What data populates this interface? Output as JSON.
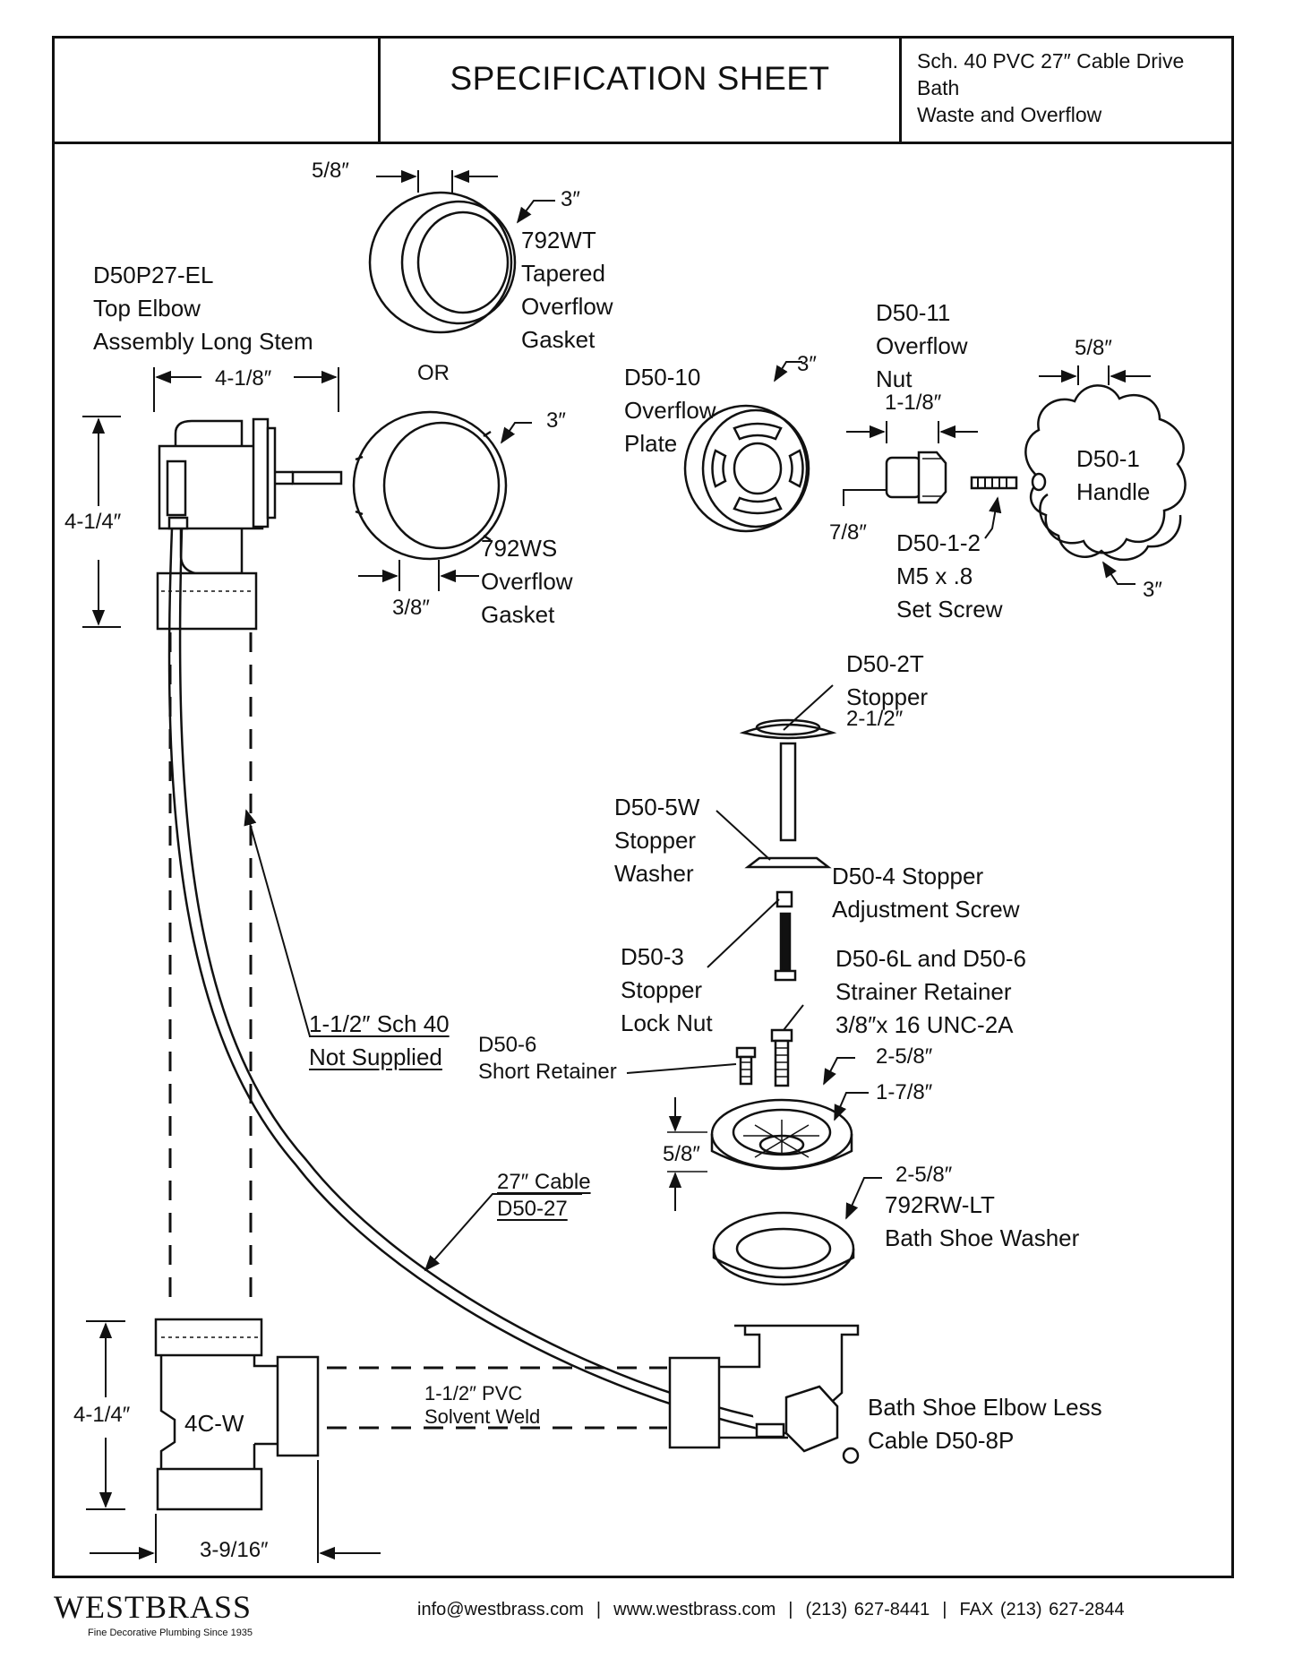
{
  "header": {
    "title": "SPECIFICATION SHEET",
    "subtitle": "Sch. 40 PVC 27″ Cable Drive Bath\nWaste and Overflow"
  },
  "labels": {
    "top_elbow": "D50P27-EL\nTop Elbow\nAssembly Long Stem",
    "dim_top_elbow_width": "4-1/8″",
    "dim_top_elbow_height": "4-1/4″",
    "or": "OR",
    "tapered_gasket": "792WT\nTapered\nOverflow\nGasket",
    "dim_tapered_width": "5/8″",
    "dim_tapered_dia": "3″",
    "overflow_gasket": "792WS\nOverflow\nGasket",
    "dim_overflow_gasket_dia": "3″",
    "dim_overflow_gasket_width": "3/8″",
    "overflow_plate": "D50-10\nOverflow\nPlate",
    "dim_plate_dia": "3″",
    "overflow_nut": "D50-11\nOverflow\nNut",
    "dim_nut_width": "1-1/8″",
    "dim_nut_height": "7/8″",
    "set_screw": "D50-1-2\nM5 x .8\nSet Screw",
    "handle": "D50-1\nHandle",
    "dim_handle_width": "5/8″",
    "dim_handle_dia": "3″",
    "stopper": "D50-2T\nStopper",
    "dim_stopper_dia": "2-1/2″",
    "stopper_washer": "D50-5W\nStopper\nWasher",
    "adjust_screw": "D50-4 Stopper\nAdjustment Screw",
    "lock_nut": "D50-3\nStopper\nLock Nut",
    "strainer_retainer": "D50-6L and D50-6\nStrainer Retainer\n3/8″x 16 UNC-2A",
    "short_retainer": "D50-6\nShort Retainer",
    "dim_strainer_outer": "2-5/8″",
    "dim_strainer_inner": "1-7/8″",
    "dim_strainer_height": "5/8″",
    "shoe_washer": "792RW-LT\nBath Shoe Washer",
    "dim_shoe_washer": "2-5/8″",
    "pipe_note": "1-1/2″ Sch 40\nNot Supplied",
    "cable": "27″ Cable\nD50-27",
    "tee": "4C-W",
    "dim_tee_height": "4-1/4″",
    "dim_tee_width": "3-9/16″",
    "pvc_note": "1-1/2″ PVC\nSolvent Weld",
    "shoe_elbow": "Bath Shoe Elbow Less\nCable D50-8P"
  },
  "footer": {
    "brand": "WESTBRASS",
    "tagline": "Fine Decorative Plumbing Since 1935",
    "email": "info@westbrass.com",
    "website": "www.westbrass.com",
    "phone": "(213) 627-8441",
    "fax": "FAX (213) 627-2844"
  }
}
